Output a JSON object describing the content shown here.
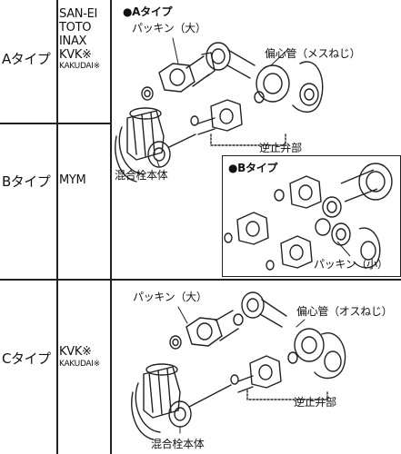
{
  "types": [
    {
      "label": "Aタイプ",
      "makers": [
        "SAN-EI",
        "TOTO",
        "INAX",
        "KVK※"
      ],
      "makers_small": [
        "KAKUDAI※"
      ]
    },
    {
      "label": "Bタイプ",
      "makers": [
        "MYM"
      ],
      "makers_small": []
    },
    {
      "label": "Cタイプ",
      "makers": [
        "KVK※"
      ],
      "makers_small": [
        "KAKUDAI※"
      ]
    }
  ],
  "callouts": {
    "a_type_heading": "●Aタイプ",
    "a_packing_large": "パッキン（大）",
    "a_eccentric_female": "偏心管（メスねじ）",
    "a_check_valve": "逆止弁部",
    "a_mixer_body": "混合栓本体",
    "b_type_heading": "●Bタイプ",
    "b_packing_small": "パッキン（小）",
    "c_packing_large": "パッキン（大）",
    "c_eccentric_male": "偏心管（オスねじ）",
    "c_check_valve": "逆止弁部",
    "c_mixer_body": "混合栓本体"
  }
}
